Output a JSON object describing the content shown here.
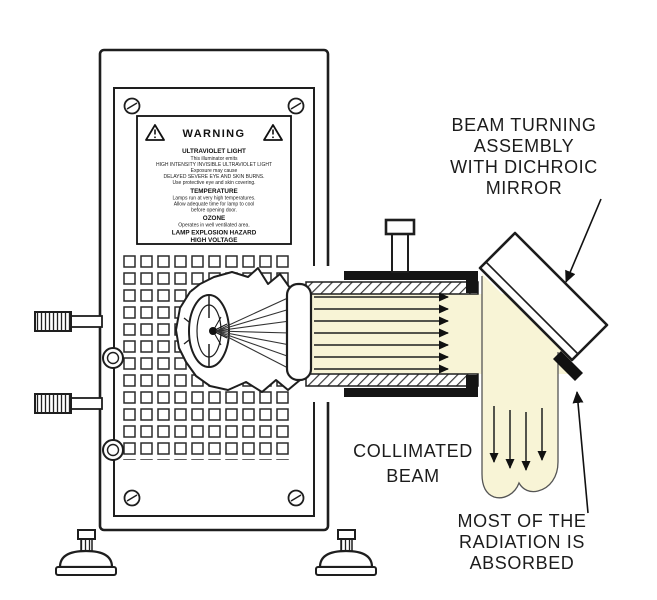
{
  "figure": {
    "description": "Cross-section diagram of a UV illuminator cabinet emitting a collimated beam into a beam turning assembly with dichroic mirror",
    "colors": {
      "beam": "#f8f4d6",
      "line": "#1e1e1e",
      "background": "#ffffff"
    },
    "icons": {
      "warning_triangle": "exclamation-triangle"
    },
    "warning_label": {
      "header": "WARNING",
      "sections": [
        {
          "title": "ULTRAVIOLET LIGHT",
          "lines": [
            "This illuminator emits",
            "HIGH INTENSITY INVISIBLE ULTRAVIOLET LIGHT",
            "Exposure may cause",
            "DELAYED SEVERE EYE AND SKIN BURNS.",
            "Use protective eye and skin covering."
          ]
        },
        {
          "title": "TEMPERATURE",
          "lines": [
            "Lamps run at very high temperatures.",
            "Allow adequate time for lamp to cool",
            "before opening door."
          ]
        },
        {
          "title": "OZONE",
          "lines": [
            "Operates in well ventilated area."
          ]
        },
        {
          "title": "LAMP EXPLOSION HAZARD",
          "lines": []
        },
        {
          "title": "HIGH VOLTAGE",
          "lines": []
        }
      ]
    },
    "callouts": {
      "beam_turning": {
        "lines": [
          "BEAM TURNING",
          "ASSEMBLY",
          "WITH DICHROIC",
          "MIRROR"
        ]
      },
      "collimated": {
        "lines": [
          "COLLIMATED",
          "BEAM"
        ]
      },
      "absorbed": {
        "lines": [
          "MOST OF THE",
          "RADIATION IS",
          "ABSORBED"
        ]
      }
    }
  }
}
